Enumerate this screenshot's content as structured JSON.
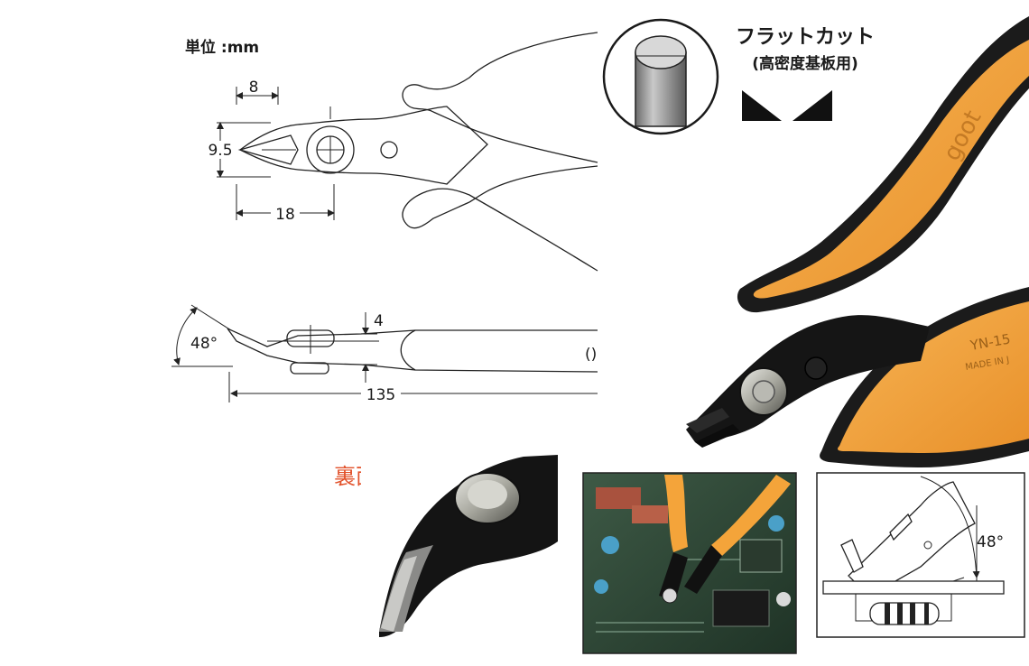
{
  "unit_label": "単位 :mm",
  "dimensions": {
    "tip_length": "8",
    "jaw_height": "9.5",
    "head_length": "18",
    "thickness": "4",
    "angle": "48°",
    "total_length": "135"
  },
  "flat_cut": {
    "title": "フラットカット",
    "subtitle": "(高密度基板用)"
  },
  "back_label": "裏面",
  "inset_angle": "48°",
  "brand_text": "goot",
  "model_text": "YN-15",
  "made_text": "MADE IN J",
  "colors": {
    "handle_orange": "#f4a43a",
    "handle_black": "#1b1b1b",
    "accent_red": "#e2512a",
    "line": "#222222"
  }
}
